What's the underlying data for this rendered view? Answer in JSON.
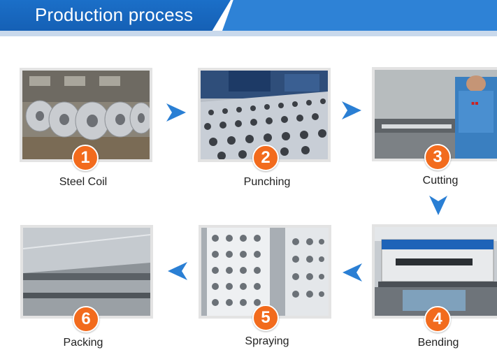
{
  "header": {
    "title": "Production process"
  },
  "steps": [
    {
      "number": "1",
      "label": "Steel Coil"
    },
    {
      "number": "2",
      "label": "Punching"
    },
    {
      "number": "3",
      "label": "Cutting"
    },
    {
      "number": "4",
      "label": "Bending"
    },
    {
      "number": "5",
      "label": "Spraying"
    },
    {
      "number": "6",
      "label": "Packing"
    }
  ],
  "colors": {
    "banner": "#1b6fc8",
    "badge": "#f26b1d",
    "arrow": "#2a7fd4"
  },
  "icons": [
    "arrow-right-icon",
    "arrow-down-icon",
    "arrow-left-icon"
  ]
}
